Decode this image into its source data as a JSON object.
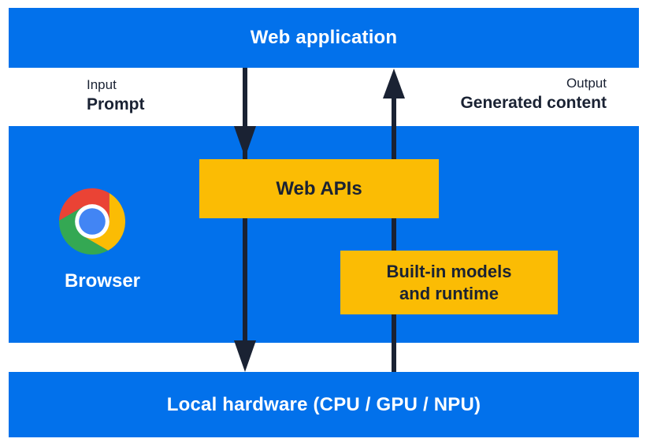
{
  "colors": {
    "blue": "#0271EB",
    "yellow": "#FBBC04",
    "dark": "#1A2233",
    "white": "#FFFFFF",
    "chromeRed": "#EA4335",
    "chromeYellow": "#FBBC04",
    "chromeGreen": "#34A853",
    "chromeBlue": "#4285F4"
  },
  "layers": {
    "web_application": {
      "label": "Web application"
    },
    "browser": {
      "label": "Browser",
      "icon": "chrome-icon"
    },
    "web_apis": {
      "label": "Web APIs"
    },
    "builtin_models": {
      "line1": "Built-in models",
      "line2": "and runtime"
    },
    "local_hardware": {
      "label": "Local hardware (CPU / GPU / NPU)"
    }
  },
  "flows": {
    "input": {
      "kicker": "Input",
      "label": "Prompt",
      "direction": "down"
    },
    "output": {
      "kicker": "Output",
      "label": "Generated content",
      "direction": "up"
    }
  }
}
